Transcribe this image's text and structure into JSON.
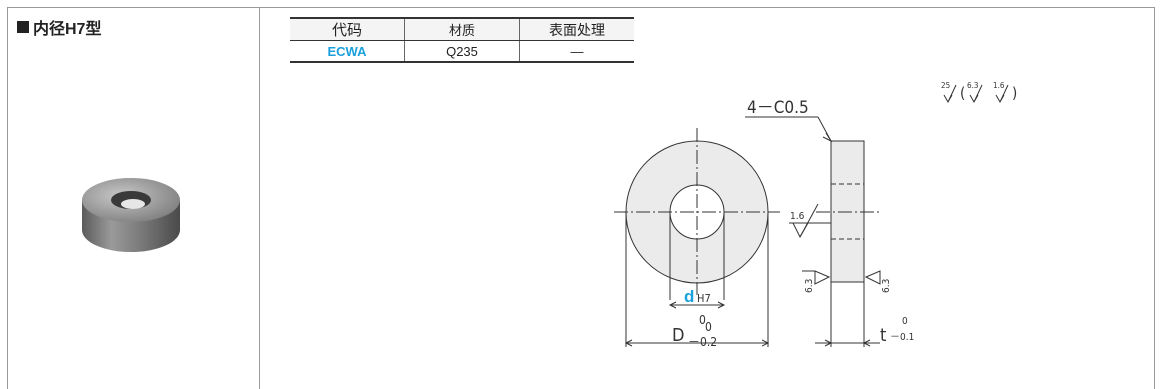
{
  "heading": "内径H7型",
  "table": {
    "headers": [
      "代码",
      "材质",
      "表面处理"
    ],
    "row": [
      "ECWA",
      "Q235",
      "—"
    ]
  },
  "drawing": {
    "chamfer_label": "4－C0.5",
    "roughness_header": {
      "main": "25",
      "paren_open": "(",
      "values": [
        "6.3",
        "1.6"
      ],
      "paren_close": ")"
    },
    "face_roughness": "1.6",
    "side_roughness_left": "6.3",
    "side_roughness_right": "6.3",
    "inner_dia": {
      "symbol": "d",
      "subscript": "H7",
      "upper_tol": "0"
    },
    "outer_dia": {
      "symbol": "D",
      "upper_tol": "0",
      "lower_tol": "－0.2"
    },
    "thickness": {
      "symbol": "t",
      "upper_tol": "0",
      "lower_tol": "－0.1"
    }
  },
  "colors": {
    "accent": "#1aa0dc",
    "part_fill": "#ebebeb",
    "line": "#333333"
  }
}
